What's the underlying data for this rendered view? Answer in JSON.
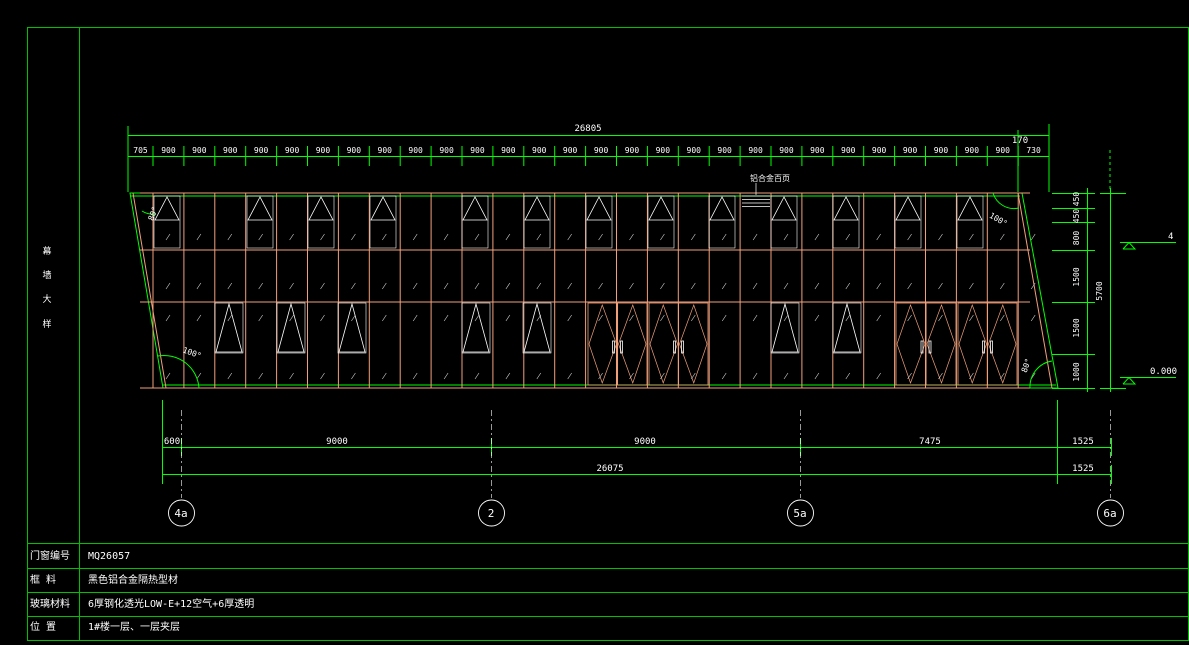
{
  "drawing": {
    "side_label": [
      "幕",
      "墙",
      "大",
      "样"
    ],
    "callout": "铝合金百页",
    "total_top": "26805",
    "segments_top": [
      "705",
      "900",
      "900",
      "900",
      "900",
      "900",
      "900",
      "900",
      "900",
      "900",
      "900",
      "900",
      "900",
      "900",
      "900",
      "900",
      "900",
      "900",
      "900",
      "900",
      "900",
      "900",
      "900",
      "900",
      "900",
      "900",
      "900",
      "900",
      "900",
      "730"
    ],
    "offset_170": "170",
    "angles": {
      "top_left": "80°",
      "top_right": "100°",
      "bottom_left": "100°",
      "bottom_right": "80°"
    },
    "heights": [
      "450",
      "450",
      "800",
      "1500",
      "1500",
      "1000"
    ],
    "height_total": "5700",
    "level_labels": {
      "upper": "4",
      "ground": "0.000"
    },
    "bottom_dims_row1": [
      "600",
      "9000",
      "9000",
      "7475",
      "1525"
    ],
    "bottom_total": "26075",
    "bottom_extra": "1525",
    "axes": [
      "4a",
      "2",
      "5a",
      "6a"
    ]
  },
  "info_table": [
    {
      "key": "门窗编号",
      "value": "MQ26057"
    },
    {
      "key": "框    料",
      "value": "黑色铝合金隔热型材"
    },
    {
      "key": "玻璃材料",
      "value": "6厚钢化透光LOW-E+12空气+6厚透明"
    },
    {
      "key": "位    置",
      "value": "1#楼一层、一层夹层"
    }
  ],
  "colors": {
    "frame": "#00d800",
    "dim": "#00ff00",
    "mullion": "#f2a07a",
    "glass_mark": "#d8d8d8",
    "text": "#ffffff",
    "background": "#000000"
  }
}
